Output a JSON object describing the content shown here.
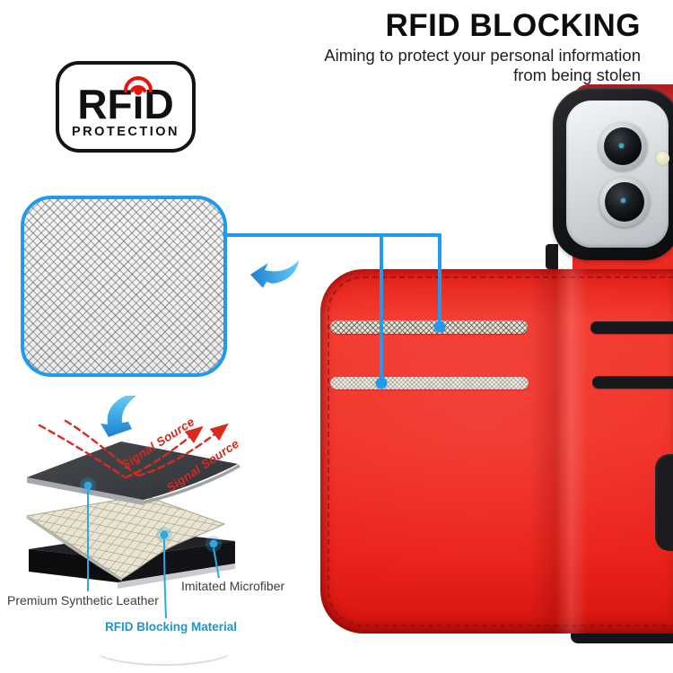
{
  "header": {
    "title": "RFID BLOCKING",
    "subtitle_line1": "Aiming to protect your personal information",
    "subtitle_line2": "from being stolen"
  },
  "badge": {
    "word_rf": "RF",
    "word_i": "ı",
    "word_d": "D",
    "caption": "PROTECTION"
  },
  "diagram": {
    "signal_source_1": "Signal Source",
    "signal_source_2": "Signal Source",
    "label_premium": "Premium Synthetic Leather",
    "label_rfid": "RFID Blocking Material",
    "label_microfiber": "Imitated Microfiber"
  },
  "colors": {
    "accent_blue": "#1E9BEF",
    "leader_blue": "#2FA8E1",
    "signal_red": "#D92A1E",
    "label_cyan": "#2593C4",
    "case_red": "#EE231C",
    "badge_red": "#E8140C"
  }
}
